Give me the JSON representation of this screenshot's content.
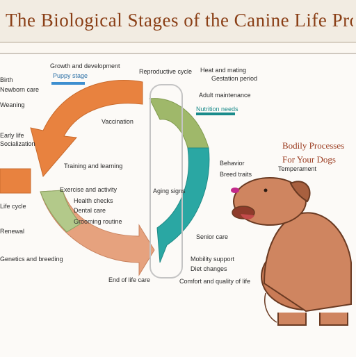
{
  "header": {
    "title": "The Biological Stages of the Canine Life Process"
  },
  "sidebar_title": {
    "line1": "Bodily Processes",
    "line2": "For Your Dogs"
  },
  "cycle": {
    "stage_colors": [
      "#e8823f",
      "#9fb86a",
      "#2aa7a3",
      "#e6a27e"
    ],
    "labels": {
      "top_center": "Growth and development",
      "top_center_b": "Puppy stage",
      "top_right_a": "Reproductive cycle",
      "top_right_b": "Heat and mating",
      "top_right_c": "Gestation period",
      "mid_right_a": "Adult maintenance",
      "mid_right_b": "Nutrition needs",
      "upper_left_a": "Birth",
      "upper_left_b": "Newborn care",
      "upper_left_c": "Weaning",
      "left_a": "Early life",
      "left_b": "Socialization",
      "center_a": "Vaccination",
      "center_b": "Training and learning",
      "center_c": "Exercise and activity",
      "center_d": "Health checks",
      "center_e": "Dental care",
      "center_f": "Grooming routine",
      "center_right": "Aging signs",
      "lower_right_a": "Senior care",
      "lower_right_b": "Mobility support",
      "lower_right_c": "Diet changes",
      "lower_left_a": "Life cycle",
      "lower_left_b": "Renewal",
      "lower_left_c": "Genetics and breeding",
      "bottom_a": "End of life care",
      "bottom_b": "Comfort and quality of life",
      "right_a": "Behavior",
      "right_b": "Temperament",
      "right_c": "Breed traits"
    }
  }
}
